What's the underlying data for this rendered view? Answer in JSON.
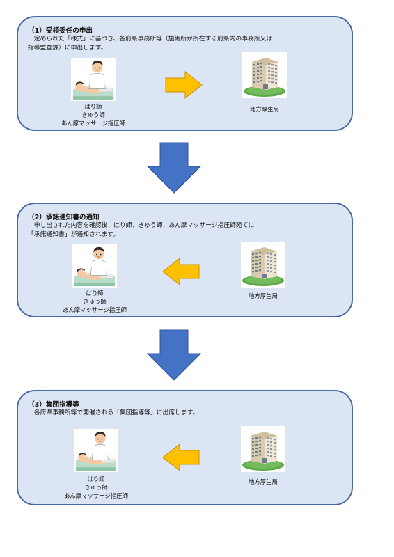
{
  "colors": {
    "panel_fill": "#dce5f3",
    "panel_border": "#4a6aa3",
    "flow_arrow": "#4472c4",
    "side_arrow": "#ffc000"
  },
  "steps": [
    {
      "heading": "（1）受領委任の申出",
      "description": [
        "　定められた「様式」に基づき、各府県事務所等（施術所が所在する府県内の事務所又は",
        "指導監査課）に申出します。"
      ],
      "practitioner_caption": [
        "はり師",
        "きゅう師",
        "あん摩マッサージ指圧師"
      ],
      "office_caption": "地方厚生局",
      "arrow_direction": "right"
    },
    {
      "heading": "（2）承諾通知書の通知",
      "description": [
        "　申し出された内容を確認後、はり師、きゅう師、あん摩マッサージ指圧師宛てに",
        "「承諾通知書」が通知されます。"
      ],
      "practitioner_caption": [
        "はり師",
        "きゅう師",
        "あん摩マッサージ指圧師"
      ],
      "office_caption": "地方厚生局",
      "arrow_direction": "left"
    },
    {
      "heading": "（3）集団指導等",
      "description": [
        "　各府県事務所等で開催される「集団指導等」に出席します。"
      ],
      "practitioner_caption": [
        "はり師",
        "きゅう師",
        "あん摩マッサージ指圧師"
      ],
      "office_caption": "地方厚生局",
      "arrow_direction": "left"
    }
  ],
  "icons": {
    "practitioner": "massage-therapist-icon",
    "office": "office-building-icon",
    "flow": "down-arrow-icon",
    "side": "side-arrow-icon"
  }
}
